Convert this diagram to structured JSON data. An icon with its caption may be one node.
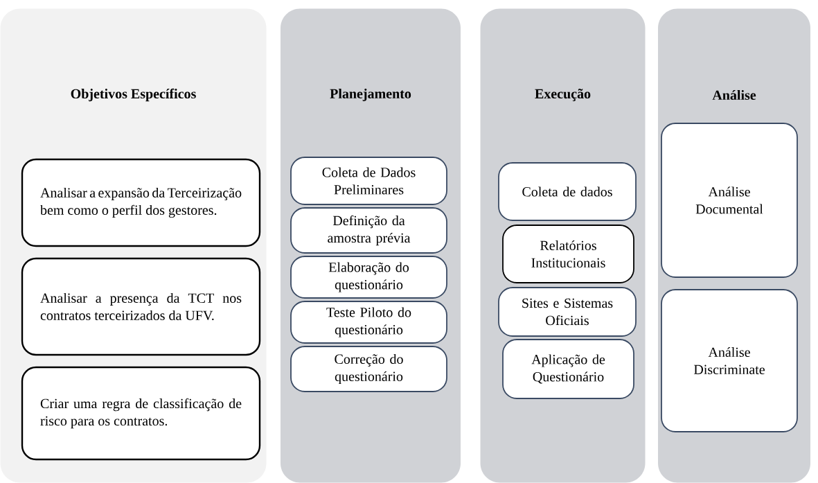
{
  "diagram": {
    "nodes": [
      {
        "text": [
          "Objetivos Específicos"
        ]
      },
      {
        "text": [
          "Analisar a expansão da Terceirização bem como o perfil dos gestores."
        ],
        "in": 0
      },
      {
        "text": [
          "Analisar a presença da TCT nos contratos terceirizados da UFV."
        ],
        "in": 0
      },
      {
        "text": [
          "Criar uma regra de classificação de risco para os contratos."
        ],
        "in": 0
      },
      {
        "text": [
          "Planejamento"
        ]
      },
      {
        "text": [
          "Coleta de Dados Preliminares"
        ],
        "in": 4
      },
      {
        "text": [
          "Definição da amostra prévia"
        ],
        "in": 4
      },
      {
        "text": [
          "Elaboração do questionário"
        ],
        "in": 4
      },
      {
        "text": [
          "Teste Piloto do questionário"
        ],
        "in": 4
      },
      {
        "text": [
          "Correção do questionário"
        ],
        "in": 4
      },
      {
        "text": [
          "Execução"
        ]
      },
      {
        "text": [
          "Coleta de dados"
        ],
        "in": 10
      },
      {
        "text": [
          "Relatórios Institucionais"
        ],
        "in": 10
      },
      {
        "text": [
          "Sites e Sistemas Oficiais"
        ],
        "in": 10
      },
      {
        "text": [
          "Aplicação de Questionário"
        ],
        "in": 10
      },
      {
        "text": [
          "Análise"
        ]
      },
      {
        "text": [
          "Análise Documental"
        ],
        "in": 15
      },
      {
        "text": [
          "Análise Discriminate"
        ],
        "in": 15
      }
    ]
  }
}
